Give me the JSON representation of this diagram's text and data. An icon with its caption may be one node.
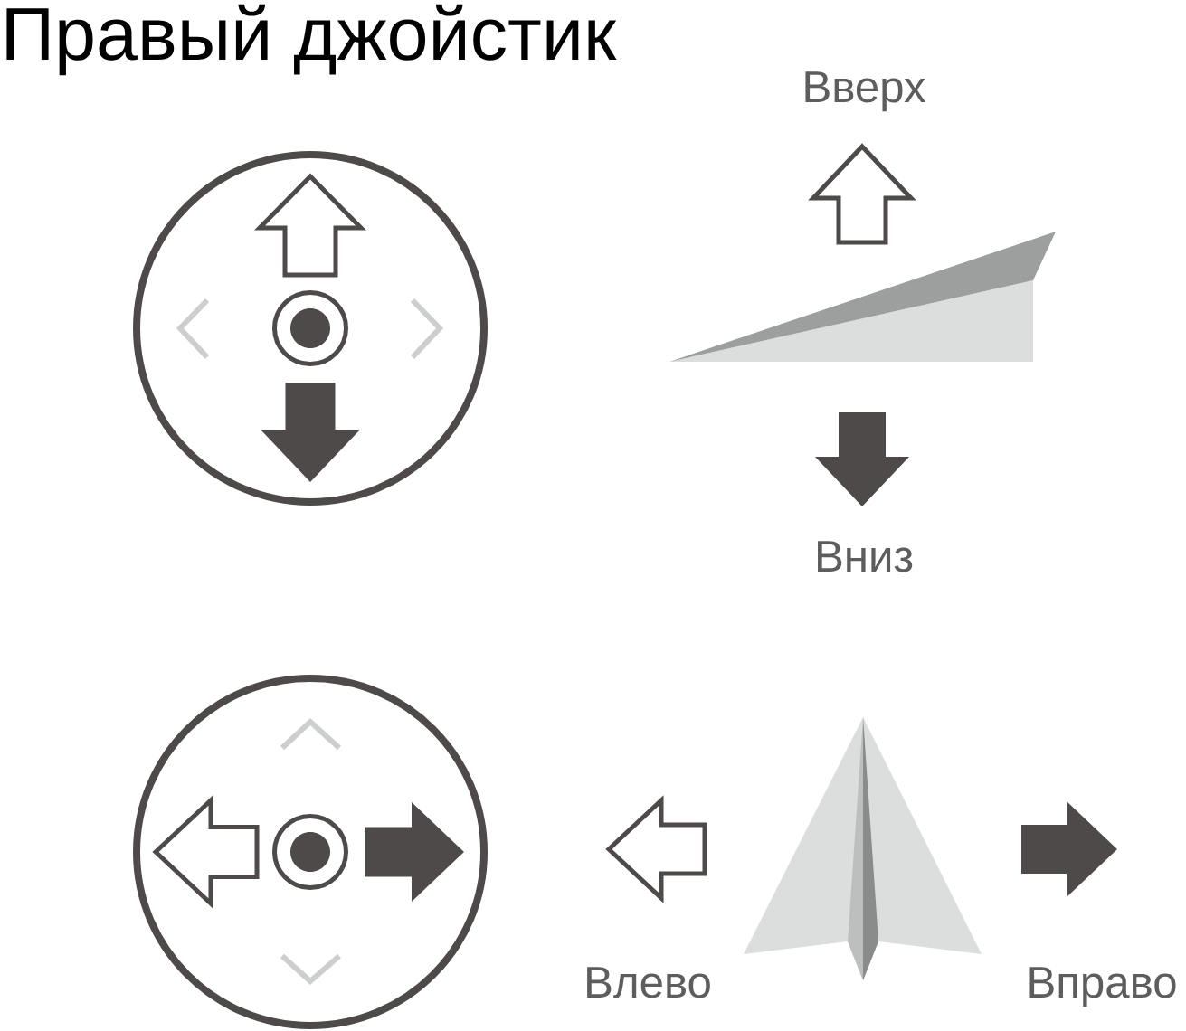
{
  "diagram": {
    "title": "Правый джойстик",
    "labels": [
      "Вверх",
      "Вниз",
      "Влево",
      "Вправо"
    ]
  }
}
